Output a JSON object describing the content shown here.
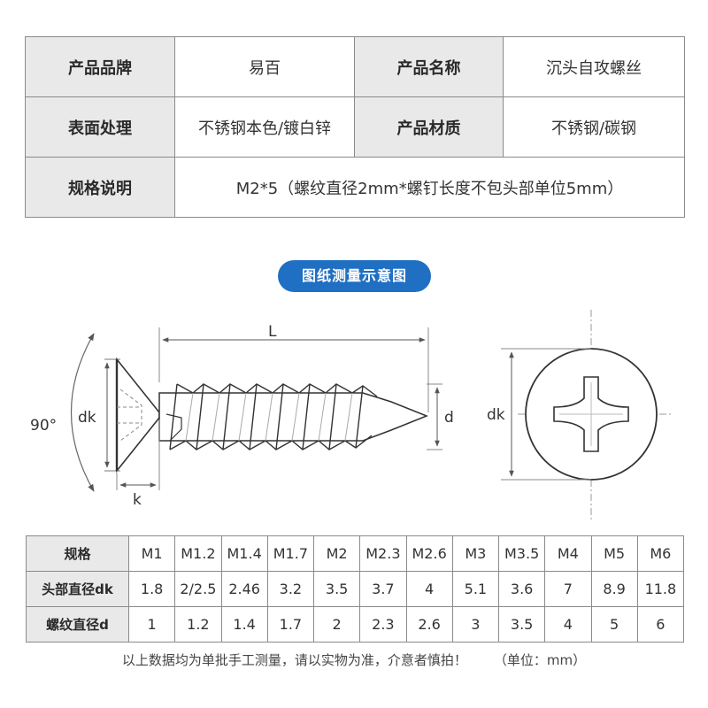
{
  "spec": {
    "rows": [
      [
        {
          "label": "产品品牌",
          "value": "易百"
        },
        {
          "label": "产品名称",
          "value": "沉头自攻螺丝"
        }
      ],
      [
        {
          "label": "表面处理",
          "value": "不锈钢本色/镀白锌"
        },
        {
          "label": "产品材质",
          "value": "不锈钢/碳钢"
        }
      ]
    ],
    "spec_row": {
      "label": "规格说明",
      "value": "M2*5（螺纹直径2mm*螺钉长度不包头部单位5mm）"
    }
  },
  "diagram": {
    "title": "图纸测量示意图",
    "labels": {
      "angle": "90°",
      "dk_side": "dk",
      "k": "k",
      "L": "L",
      "d": "d",
      "dk_top": "dk"
    }
  },
  "sizes": {
    "row_labels": [
      "规格",
      "头部直径dk",
      "螺纹直径d"
    ],
    "spec": [
      "M1",
      "M1.2",
      "M1.4",
      "M1.7",
      "M2",
      "M2.3",
      "M2.6",
      "M3",
      "M3.5",
      "M4",
      "M5",
      "M6"
    ],
    "dk": [
      "1.8",
      "2/2.5",
      "2.46",
      "3.2",
      "3.5",
      "3.7",
      "4",
      "5.1",
      "3.6",
      "7",
      "8.9",
      "11.8"
    ],
    "d": [
      "1",
      "1.2",
      "1.4",
      "1.7",
      "2",
      "2.3",
      "2.6",
      "3",
      "3.5",
      "4",
      "5",
      "6"
    ]
  },
  "footnote": {
    "text": "以上数据均为单批手工测量，请以实物为准，介意者慎拍！",
    "unit": "（单位：mm）"
  }
}
